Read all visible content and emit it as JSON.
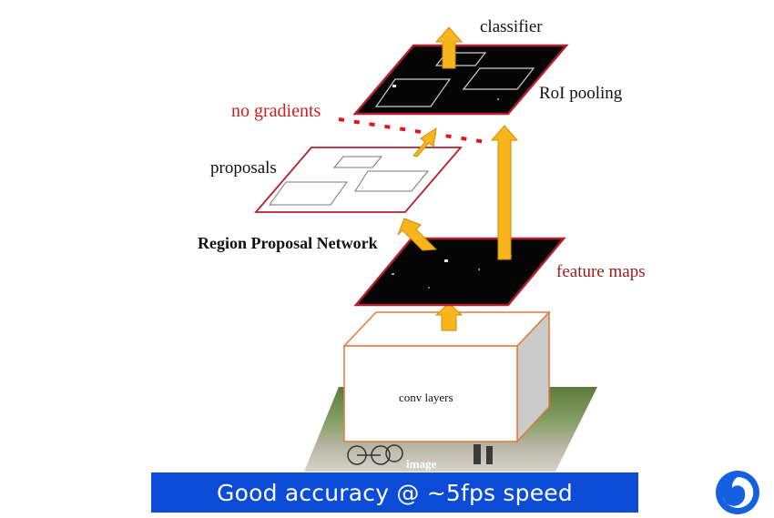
{
  "diagram": {
    "labels": {
      "classifier": "classifier",
      "roi_pooling": "RoI pooling",
      "no_gradients": "no gradients",
      "proposals": "proposals",
      "rpn": "Region Proposal Network",
      "feature_maps": "feature maps",
      "conv_layers": "conv layers",
      "image": "image"
    },
    "colors": {
      "arrow": "#f9b51c",
      "arrow_stroke": "#d08c0a",
      "plane_border": "#b3212f",
      "no_gradient_dots": "#e3141b",
      "box_edge": "#e07a3a",
      "feature_map_fill": "#050505"
    }
  },
  "banner": {
    "text": "Good accuracy @ ~5fps speed",
    "background": "#0b4bd6"
  },
  "logo": {
    "icon": "swirl-logo-icon",
    "color": "#1460e0"
  }
}
